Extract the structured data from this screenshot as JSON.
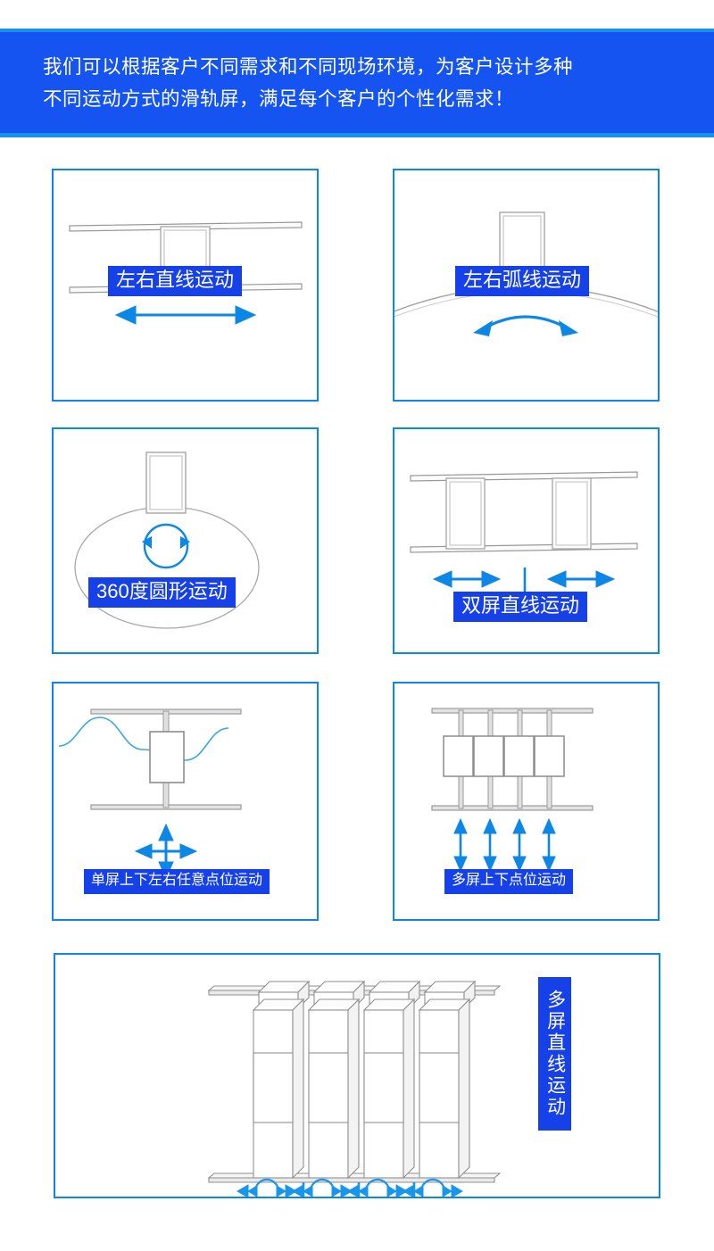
{
  "banner": {
    "line1": "我们可以根据客户不同需求和不同现场环境，为客户设计多种",
    "line2": "不同运动方式的滑轨屏，满足每个客户的个性化需求！",
    "background_color": "#1554f0",
    "edge_color": "#1592ec",
    "text_color": "#ffffff"
  },
  "theme": {
    "panel_border_color": "#0d87e6",
    "chip_background": "#1640e8",
    "chip_text": "#ffffff",
    "arrow_color": "#0d87e6",
    "diagram_line_color": "#8c8c8c",
    "wave_color": "#3aa8e8"
  },
  "panels": [
    {
      "id": "left-right-linear",
      "caption": "左右直线运动",
      "diagram": "single-screen-on-horizontal-rails"
    },
    {
      "id": "left-right-arc",
      "caption": "左右弧线运动",
      "diagram": "single-screen-on-curved-rail"
    },
    {
      "id": "circular-360",
      "caption": "360度圆形运动",
      "diagram": "screen-on-circular-track"
    },
    {
      "id": "dual-screen-linear",
      "caption": "双屏直线运动",
      "diagram": "two-screens-on-horizontal-rails"
    },
    {
      "id": "single-screen-free-point",
      "caption": "单屏上下左右任意点位运动",
      "diagram": "single-screen-vertical-column-with-wave"
    },
    {
      "id": "multi-screen-vertical-point",
      "caption": "多屏上下点位运动",
      "diagram": "four-screens-vertical-columns"
    },
    {
      "id": "multi-screen-linear",
      "caption": "多屏直线运动",
      "diagram": "four-3d-screens-on-rails"
    }
  ]
}
